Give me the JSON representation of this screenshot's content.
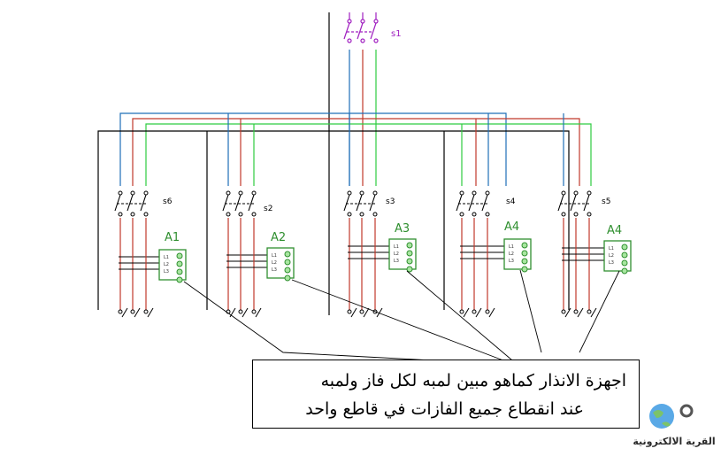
{
  "colors": {
    "black": "#000000",
    "blue": "#1f6fb8",
    "red": "#c0392b",
    "green": "#2ecc40",
    "purple": "#a020c0",
    "module_green": "#2f8f2f",
    "module_fill": "#a8e6a0"
  },
  "main_switch": {
    "label": "s1"
  },
  "units": [
    {
      "switch_label": "s6",
      "module_label": "A1",
      "terminals": [
        "L1",
        "L2",
        "L3"
      ]
    },
    {
      "switch_label": "s2",
      "module_label": "A2",
      "terminals": [
        "L1",
        "L2",
        "L3"
      ]
    },
    {
      "switch_label": "s3",
      "module_label": "A3",
      "terminals": [
        "L1",
        "L2",
        "L3"
      ]
    },
    {
      "switch_label": "s4",
      "module_label": "A4",
      "terminals": [
        "L1",
        "L2",
        "L3"
      ]
    },
    {
      "switch_label": "s5",
      "module_label": "A4",
      "terminals": [
        "L1",
        "L2",
        "L3"
      ]
    }
  ],
  "note": {
    "line1": "اجهزة الانذار كماهو مبين  لمبه لكل فاز ولمبه",
    "line2": "عند انقطاع جميع الفازات في قاطع واحد"
  },
  "logo": {
    "text": "القرية الالكترونية"
  }
}
